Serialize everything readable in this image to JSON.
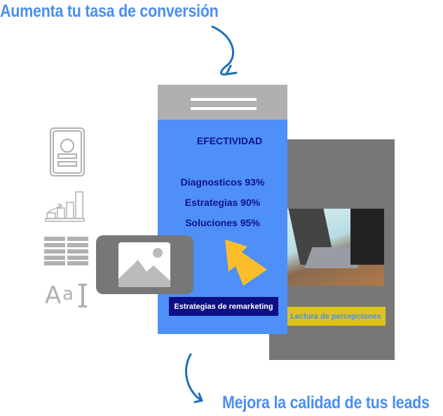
{
  "headline_top": "Aumenta tu tasa de conversión",
  "headline_bottom": "Mejora la calidad de tus leads",
  "phone": {
    "title": "EFECTIVIDAD",
    "stats": [
      "Diagnosticos 93%",
      "Estrategias 90%",
      "Soluciones 95%"
    ],
    "button": "Estrategias de remarketing"
  },
  "back_panel": {
    "button": "Lectura de percepciones"
  },
  "icons": [
    "profile-card-icon",
    "bar-chart-icon",
    "table-icon",
    "text-format-icon",
    "image-placeholder-icon",
    "pointer-arrow-icon"
  ],
  "colors": {
    "blue": "#4e8ff8",
    "navy": "#0f0f85",
    "yellow": "#ddc419",
    "gray": "#777777"
  }
}
